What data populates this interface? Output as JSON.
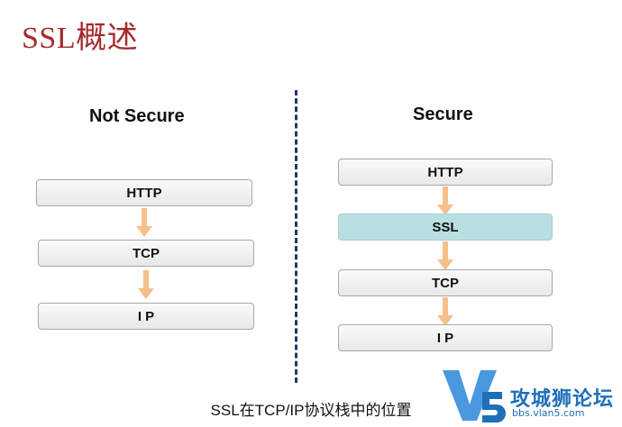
{
  "title": "SSL概述",
  "left": {
    "heading": "Not Secure",
    "layers": [
      "HTTP",
      "TCP",
      "I P"
    ]
  },
  "right": {
    "heading": "Secure",
    "layers": [
      "HTTP",
      "SSL",
      "TCP",
      "I P"
    ]
  },
  "caption": "SSL在TCP/IP协议栈中的位置",
  "watermark": {
    "brand": "攻城狮论坛",
    "url": "bbs.vlan5.com"
  },
  "colors": {
    "title": "#a52a2a",
    "arrow": "#f6c08a",
    "ssl_layer": "#b9dfe2",
    "divider": "#1f3864"
  }
}
